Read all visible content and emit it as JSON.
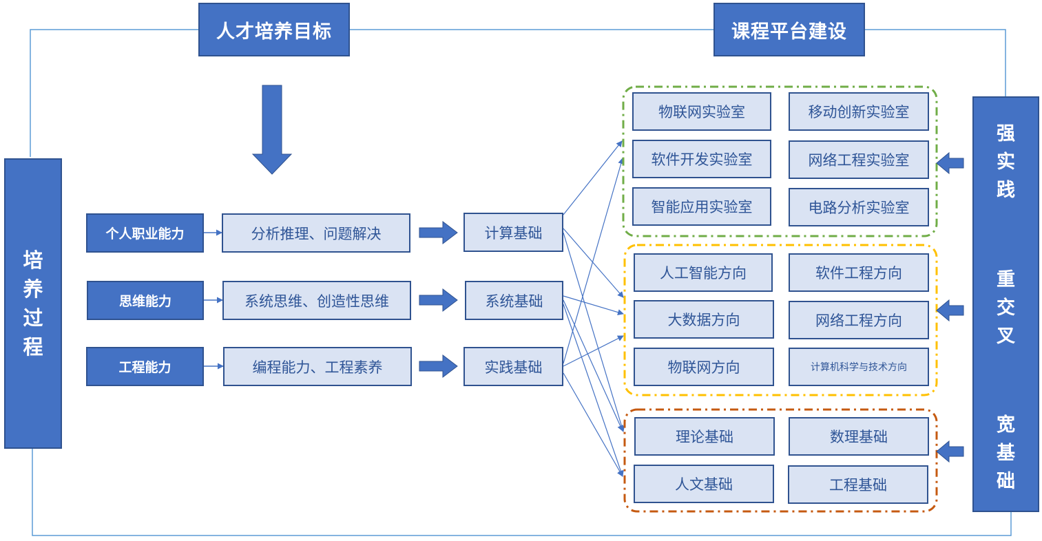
{
  "top_titles": {
    "talent_goal": "人才培养目标",
    "course_platform": "课程平台建设"
  },
  "left_bar": {
    "chars": [
      "培",
      "养",
      "过",
      "程"
    ]
  },
  "abilities": [
    {
      "label": "个人职业能力",
      "method": "分析推理、问题解决",
      "foundation": "计算基础"
    },
    {
      "label": "思维能力",
      "method": "系统思维、创造性思维",
      "foundation": "系统基础"
    },
    {
      "label": "工程能力",
      "method": "编程能力、工程素养",
      "foundation": "实践基础"
    }
  ],
  "labs": [
    "物联网实验室",
    "移动创新实验室",
    "软件开发实验室",
    "网络工程实验室",
    "智能应用实验室",
    "电路分析实验室"
  ],
  "directions": [
    "人工智能方向",
    "软件工程方向",
    "大数据方向",
    "网络工程方向",
    "物联网方向",
    "计算机科学与技术方向"
  ],
  "bases": [
    "理论基础",
    "数理基础",
    "人文基础",
    "工程基础"
  ],
  "right_bar": {
    "groups": [
      {
        "chars": [
          "强",
          "实",
          "践"
        ]
      },
      {
        "chars": [
          "重",
          "交",
          "叉"
        ]
      },
      {
        "chars": [
          "宽",
          "基",
          "础"
        ]
      }
    ]
  },
  "colors": {
    "dark_box": "#4472c4",
    "light_box": "#dae3f3",
    "box_border": "#2f528f",
    "light_text": "#2f5597",
    "frame_line": "#5b9bd5",
    "group_green": "#70ad47",
    "group_yellow": "#ffc000",
    "group_orange": "#c55a11"
  }
}
